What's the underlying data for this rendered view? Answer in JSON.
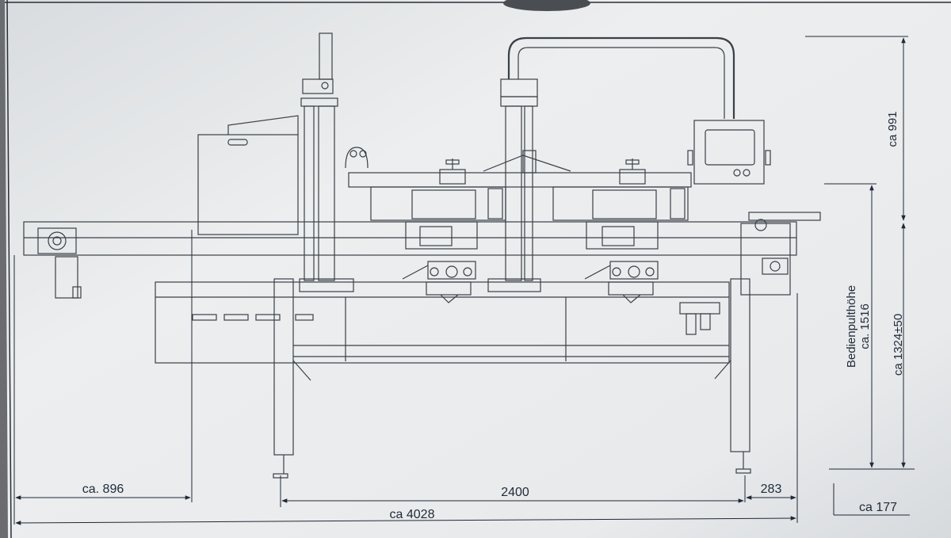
{
  "dimensions": {
    "infeed_length": "ca. 896",
    "leg_spacing": "2400",
    "right_overhang": "283",
    "total_length": "ca 4028",
    "conveyor_extension": "ca 177",
    "column_height_above_table": "ca 991",
    "operator_panel_label": "Bedienpulthöhe",
    "operator_panel_height": "ca. 1516",
    "table_height": "ca 1324±50"
  },
  "colors": {
    "paper": "#e6e8ea",
    "line": "#3a4048",
    "dim": "#1f2a38"
  }
}
